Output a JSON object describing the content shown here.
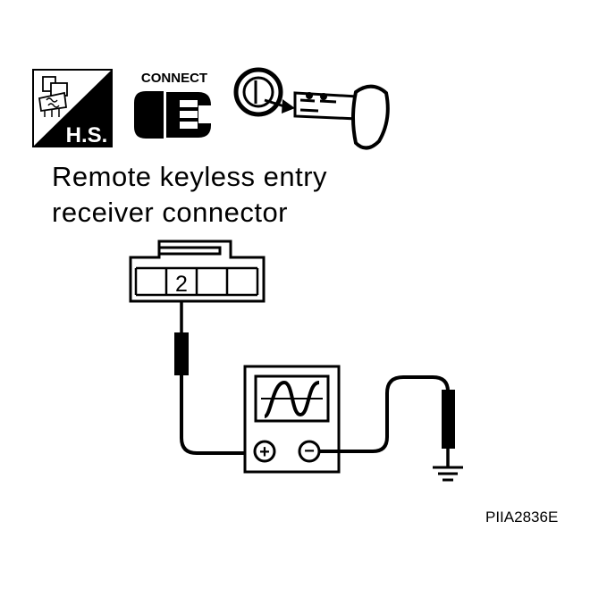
{
  "icons": {
    "hs_badge": {
      "label": "H.S.",
      "icon": "harness-sensor-icon"
    },
    "connect": {
      "label": "CONNECT",
      "icon": "connector-icon"
    },
    "ignition": {
      "icon": "ignition-key-icon"
    }
  },
  "caption": {
    "line1": "Remote keyless entry",
    "line2": "receiver connector"
  },
  "connector": {
    "terminal": "2"
  },
  "oscilloscope": {
    "icon": "oscilloscope-icon"
  },
  "meter_terminals": {
    "positive": "+",
    "negative": "−"
  },
  "ground": {
    "icon": "ground-icon"
  },
  "figure_code": "PIIA2836E"
}
